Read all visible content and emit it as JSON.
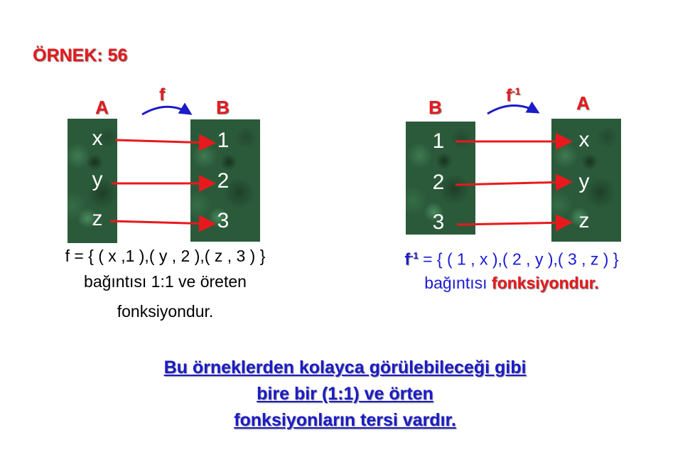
{
  "title": "ÖRNEK: 56",
  "left": {
    "domain_label": "A",
    "codomain_label": "B",
    "function_label": "f",
    "domain_elements": [
      "x",
      "y",
      "z"
    ],
    "codomain_elements": [
      "1",
      "2",
      "3"
    ],
    "relation_prefix": "f = { ( x ,1 ),( y , 2 ),( z , 3 ) }",
    "description_line1": "bağıntısı 1:1 ve öreten",
    "description_line2": "fonksiyondur."
  },
  "right": {
    "domain_label": "B",
    "codomain_label": "A",
    "function_base": "f",
    "function_sup": "-1",
    "domain_elements": [
      "1",
      "2",
      "3"
    ],
    "codomain_elements": [
      "x",
      "y",
      "z"
    ],
    "relation_base": "f",
    "relation_sup": "-1",
    "relation_rest": " = { ( 1 , x ),( 2 , y ),( 3 , z ) }",
    "description_prefix": "bağıntısı ",
    "description_emphasis": "fonksiyondur."
  },
  "conclusion": {
    "line1": "Bu örneklerden kolayca görülebileceği gibi",
    "line2": "bire bir (1:1) ve örten",
    "line3": "fonksiyonların tersi vardır."
  },
  "colors": {
    "red": "#e8191d",
    "blue": "#1b1bc8",
    "marble_green": "#2b5a3a"
  }
}
